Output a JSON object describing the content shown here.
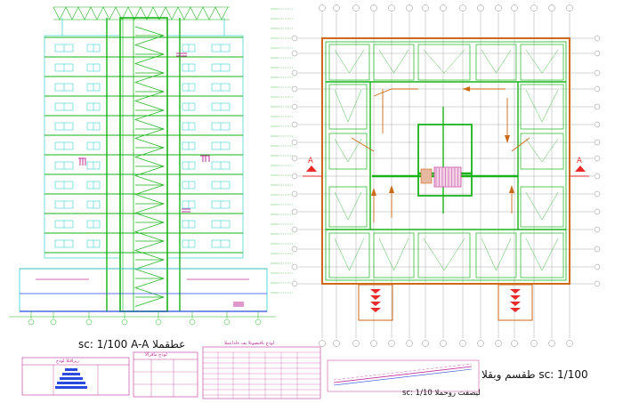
{
  "section_caption": "sc: 1/100  A-A عطقملا",
  "plan_caption": "طقسم وبقلا  sc: 1/100",
  "detail_caption": "sc: 1/10  ليصفت روحملا",
  "section_marker_left": "A",
  "section_marker_right": "A",
  "table_left_title": "ريراقتلا لودج",
  "table_mid_title": "لودج ماقرألا",
  "table_right_title": "لودج تافيصوتلا يف ةلداعملا",
  "colors": {
    "cad_green": "#19b319",
    "cad_cyan": "#12c8c8",
    "cad_orange": "#cc6a18",
    "cad_red": "#e82a2a",
    "cad_magenta": "#c0309a",
    "cad_blue": "#2a4adf",
    "cad_grey": "#8a8a8a"
  }
}
